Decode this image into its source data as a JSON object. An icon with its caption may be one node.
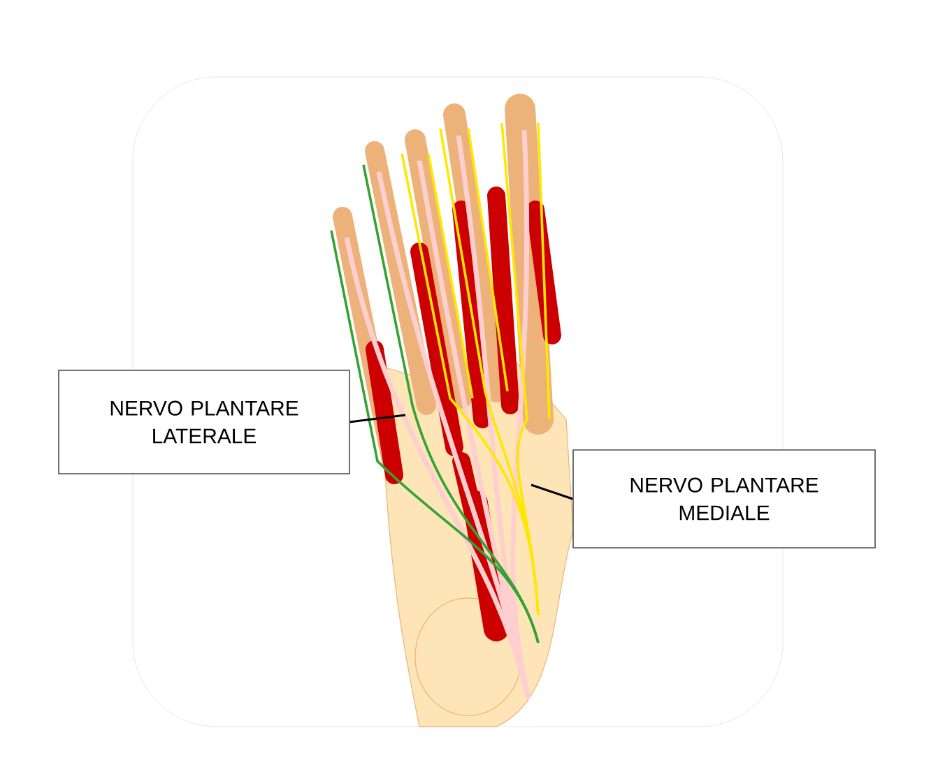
{
  "diagram": {
    "nodes": [
      {
        "text": [
          "NERVO PLANTARE LATERALE"
        ]
      },
      {
        "text": [
          "NERVO PLANTARE MEDIALE"
        ]
      }
    ],
    "edges": [
      {
        "from": 0,
        "to": null,
        "arrow": "none"
      },
      {
        "from": 1,
        "to": null,
        "arrow": "none"
      }
    ]
  }
}
